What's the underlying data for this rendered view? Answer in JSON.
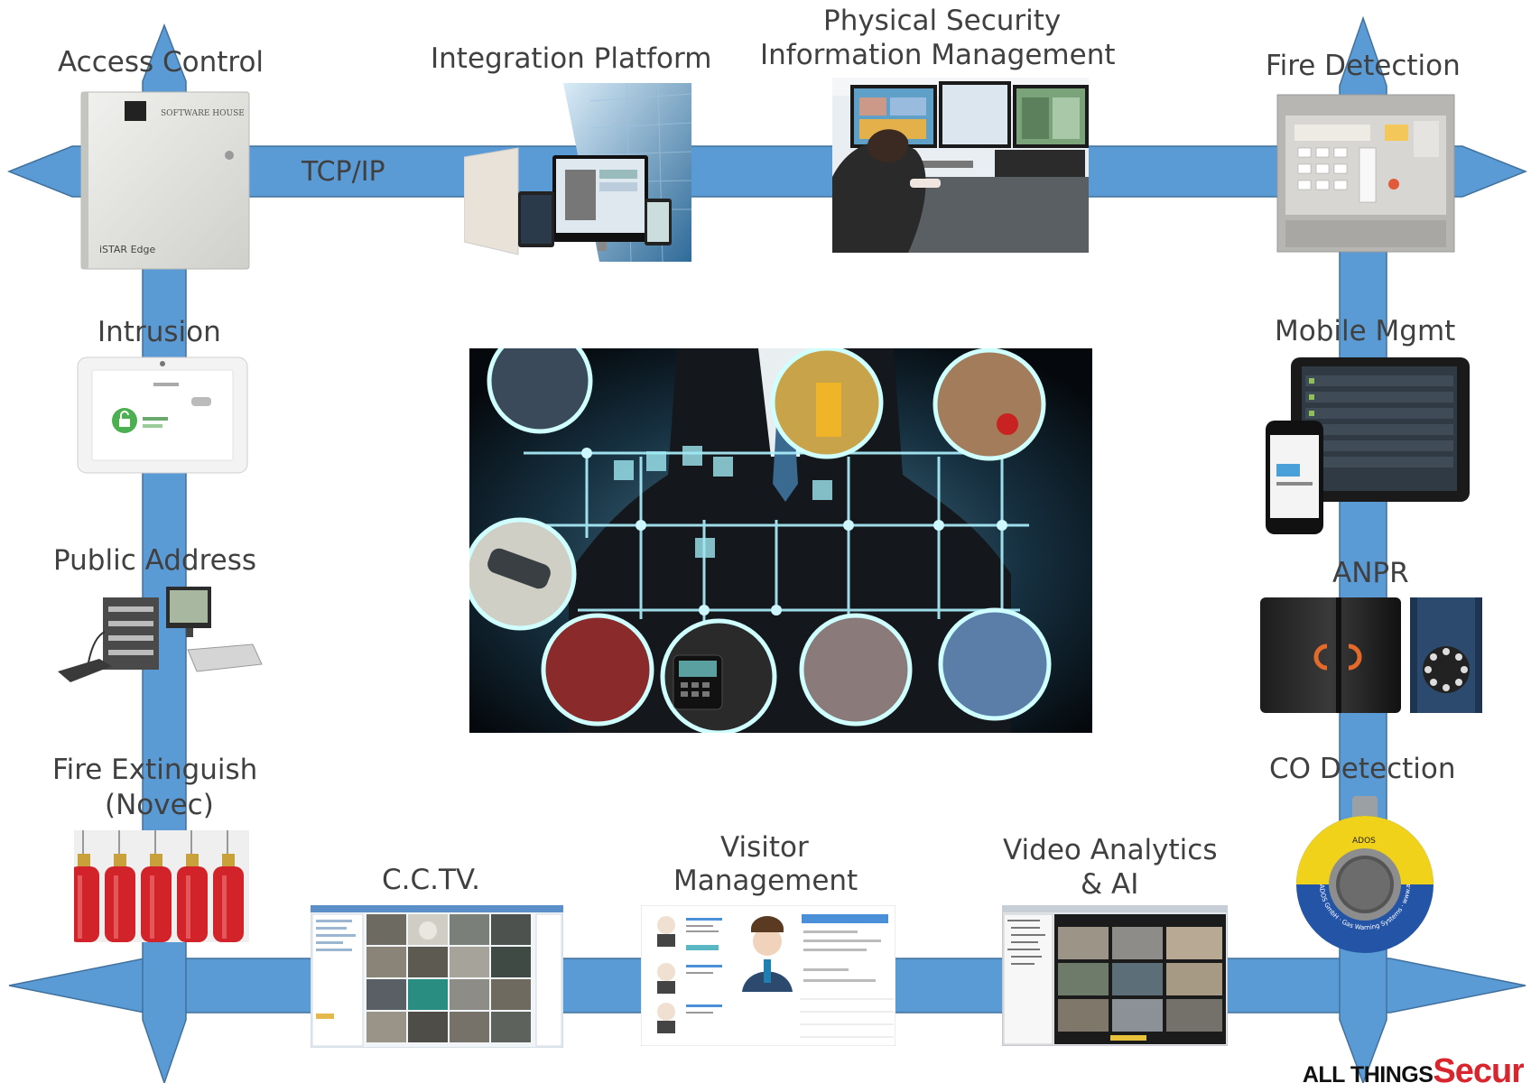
{
  "connection_label": "TCP/IP",
  "nodes": {
    "access_control": "Access Control",
    "integration_platform": "Integration Platform",
    "psim_line1": "Physical Security",
    "psim_line2": "Information Management",
    "fire_detection": "Fire Detection",
    "intrusion": "Intrusion",
    "mobile_mgmt": "Mobile Mgmt",
    "public_address": "Public Address",
    "anpr": "ANPR",
    "fire_extinguish_line1": "Fire Extinguish",
    "fire_extinguish_line2": "(Novec)",
    "co_detection": "CO Detection",
    "cctv": "C.C.TV.",
    "visitor_line1": "Visitor",
    "visitor_line2": "Management",
    "video_line1": "Video Analytics",
    "video_line2": "& AI"
  },
  "device_text": {
    "panel_brand": "SOFTWARE HOUSE",
    "panel_model": "iSTAR Edge",
    "ados_brand": "ADOS",
    "ados_ring": "ADOS GmbH · Gas Warning Systems · www.ados.de"
  },
  "logo": {
    "line1": "ALL THINGS",
    "line2": "Secur"
  },
  "colors": {
    "bus_blue": "#5b9bd5",
    "bus_outline": "#41719c",
    "text": "#404040",
    "logo_red": "#d9262e"
  }
}
